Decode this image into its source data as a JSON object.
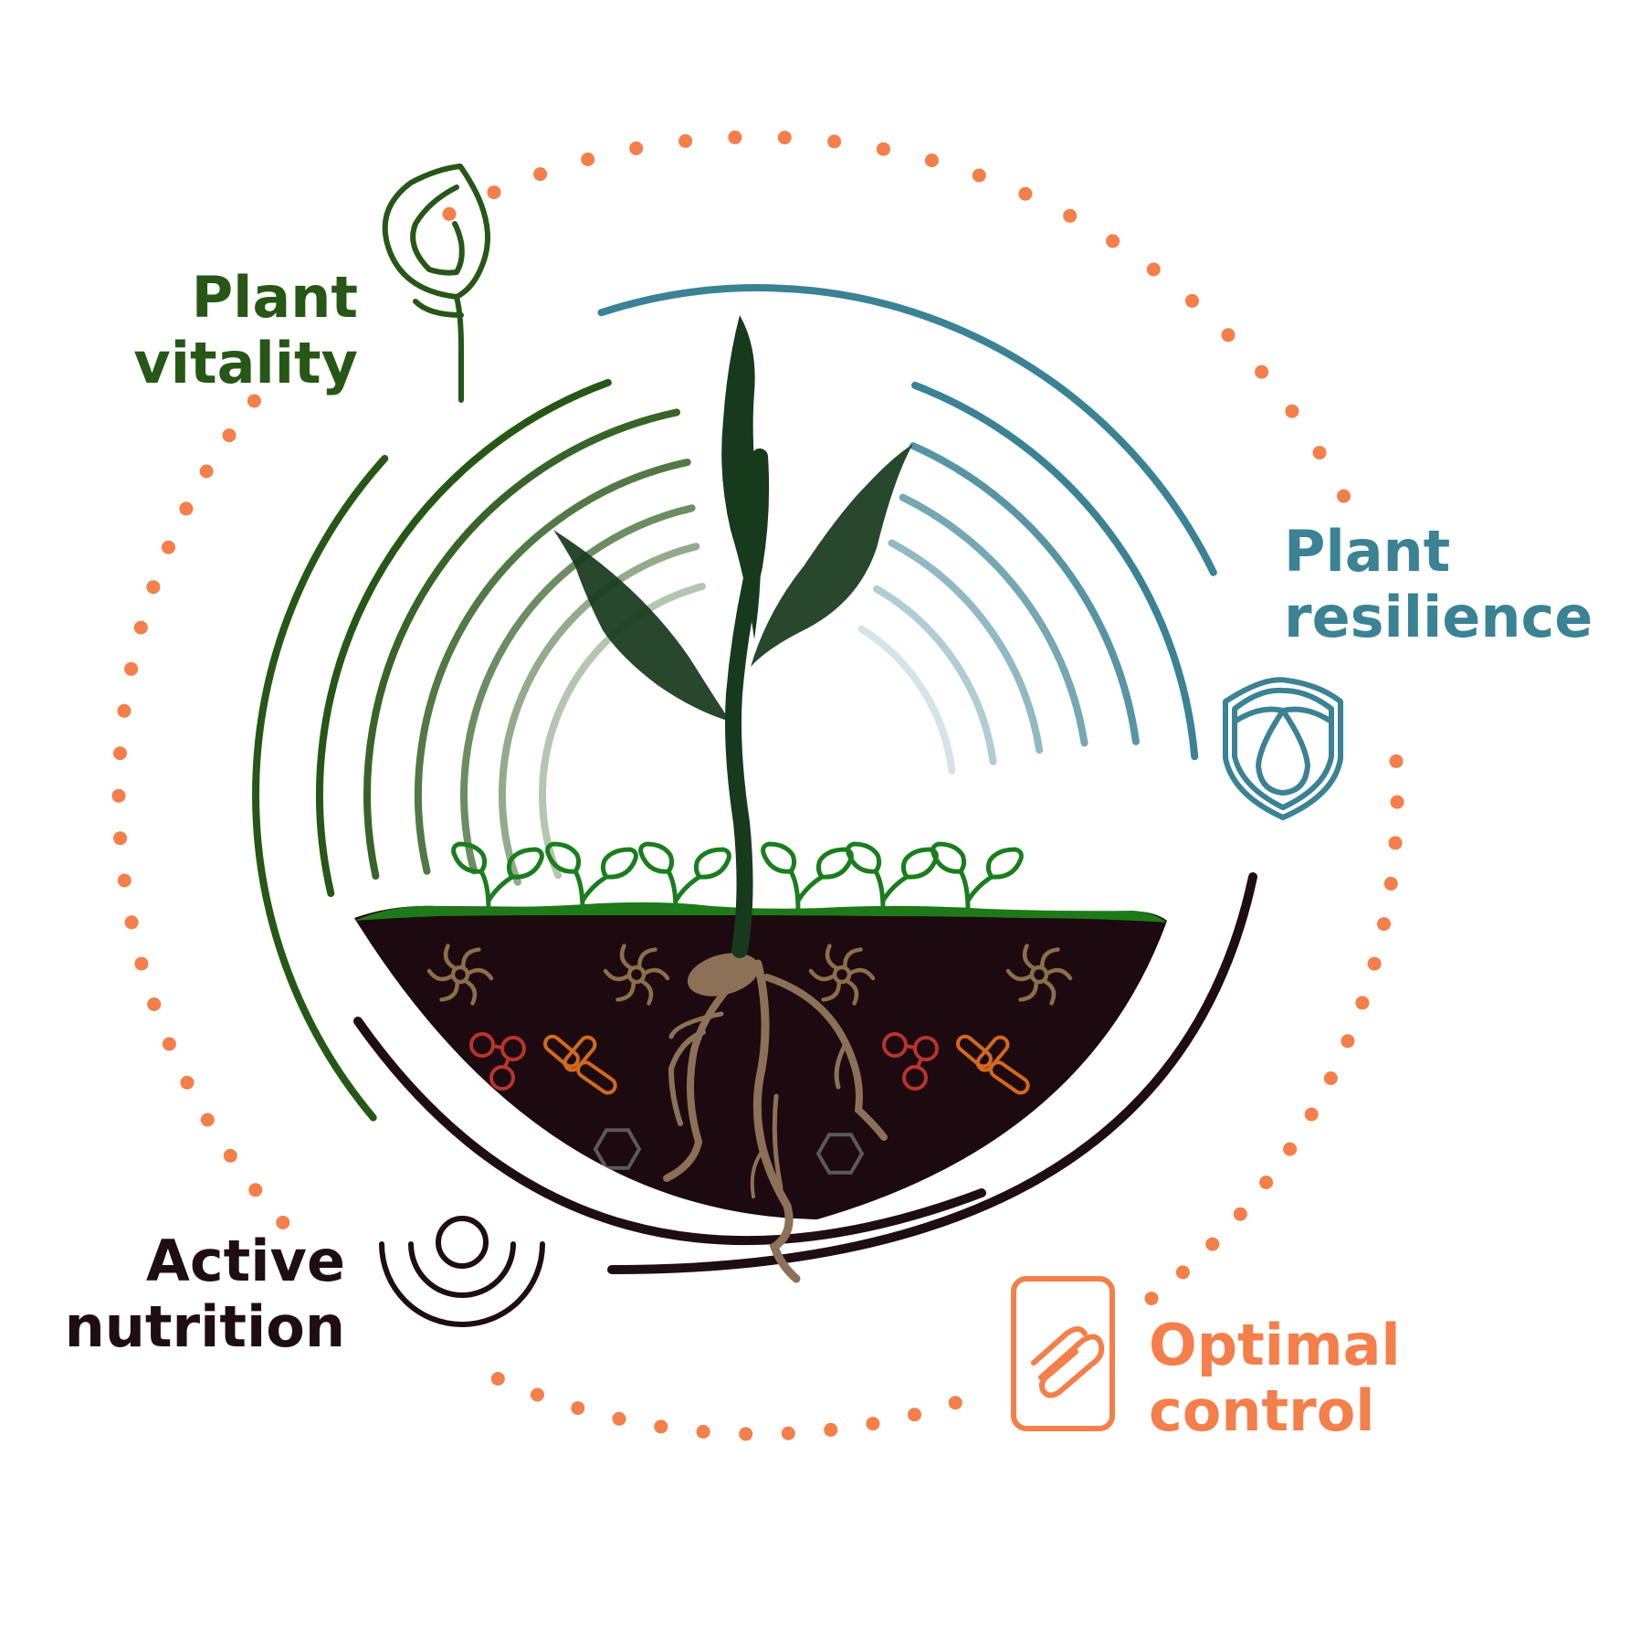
{
  "labels": {
    "vitality": {
      "line1": "Plant",
      "line2": "vitality"
    },
    "resilience": {
      "line1": "Plant",
      "line2": "resilience"
    },
    "nutrition": {
      "line1": "Active",
      "line2": "nutrition"
    },
    "control": {
      "line1": "Optimal",
      "line2": "control"
    }
  },
  "colors": {
    "vitality": "#275716",
    "resilience": "#3a8294",
    "nutrition": "#1e0e14",
    "control": "#f47f4a",
    "soil": "#1c0a10",
    "grass": "#1e7a18",
    "sprout": "#1a7d1e",
    "stem": "#173a1c",
    "root": "#8c7158",
    "spiral": "#8c6e4a",
    "molecule": "#b8342c",
    "capsule": "#d2691e",
    "hexagon": "#5a5a5a"
  },
  "icons": {
    "vitality": "leaf-stem-icon",
    "resilience": "shield-drop-icon",
    "nutrition": "concentric-arcs-icon",
    "control": "card-link-icon"
  }
}
